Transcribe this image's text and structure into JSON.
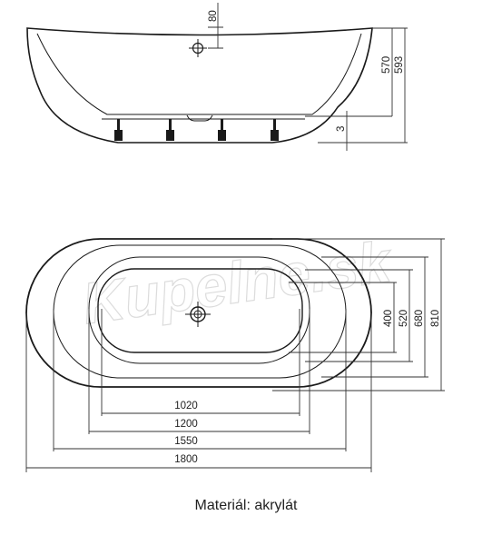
{
  "watermark": "Kupelne.sk",
  "side_view": {
    "dim_drain_offset": "80",
    "dim_inner_height": "570",
    "dim_total_height": "593",
    "dim_gap": "3"
  },
  "top_view": {
    "dim_width_inner": "400",
    "dim_width_mid": "520",
    "dim_width_rim": "680",
    "dim_width_total": "810",
    "dim_length_inner": "1020",
    "dim_length_mid": "1200",
    "dim_length_rim": "1550",
    "dim_length_total": "1800"
  },
  "material": "Materiál: akrylát"
}
